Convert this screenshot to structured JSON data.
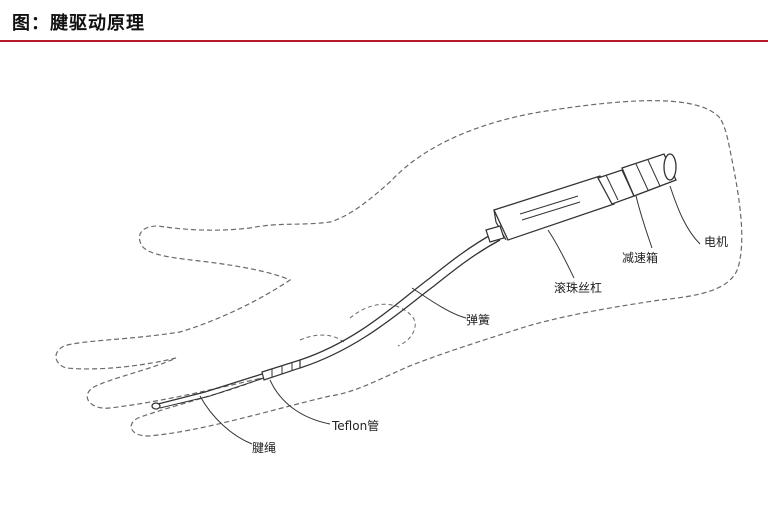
{
  "header": {
    "title": "图：腱驱动原理",
    "accent_color": "#b8192a"
  },
  "diagram": {
    "labels": {
      "motor": "电机",
      "gearbox": "减速箱",
      "ball_screw": "滚珠丝杠",
      "spring": "弹簧",
      "teflon_tube": "Teflon管",
      "tendon": "腱绳"
    }
  }
}
